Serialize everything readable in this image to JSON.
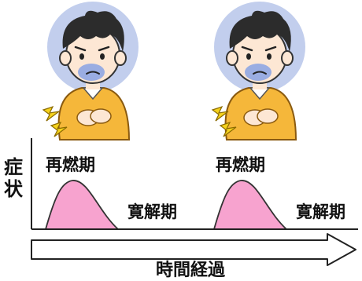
{
  "diagram": {
    "y_axis_label": [
      "症",
      "状"
    ],
    "phases": {
      "relapse": "再燃期",
      "remission": "寛解期"
    },
    "x_axis_label": "時間経過",
    "colors": {
      "curve_fill": "#f7a3cf",
      "face_halo": "#b7c5ea",
      "sweater": "#f5b73a",
      "hair": "#2c2c2c",
      "pain_spark": "#f5d21c",
      "axis": "#222222"
    },
    "icons": [
      "sick-boy-icon",
      "pain-spark-icon",
      "arrow-right-icon"
    ]
  }
}
